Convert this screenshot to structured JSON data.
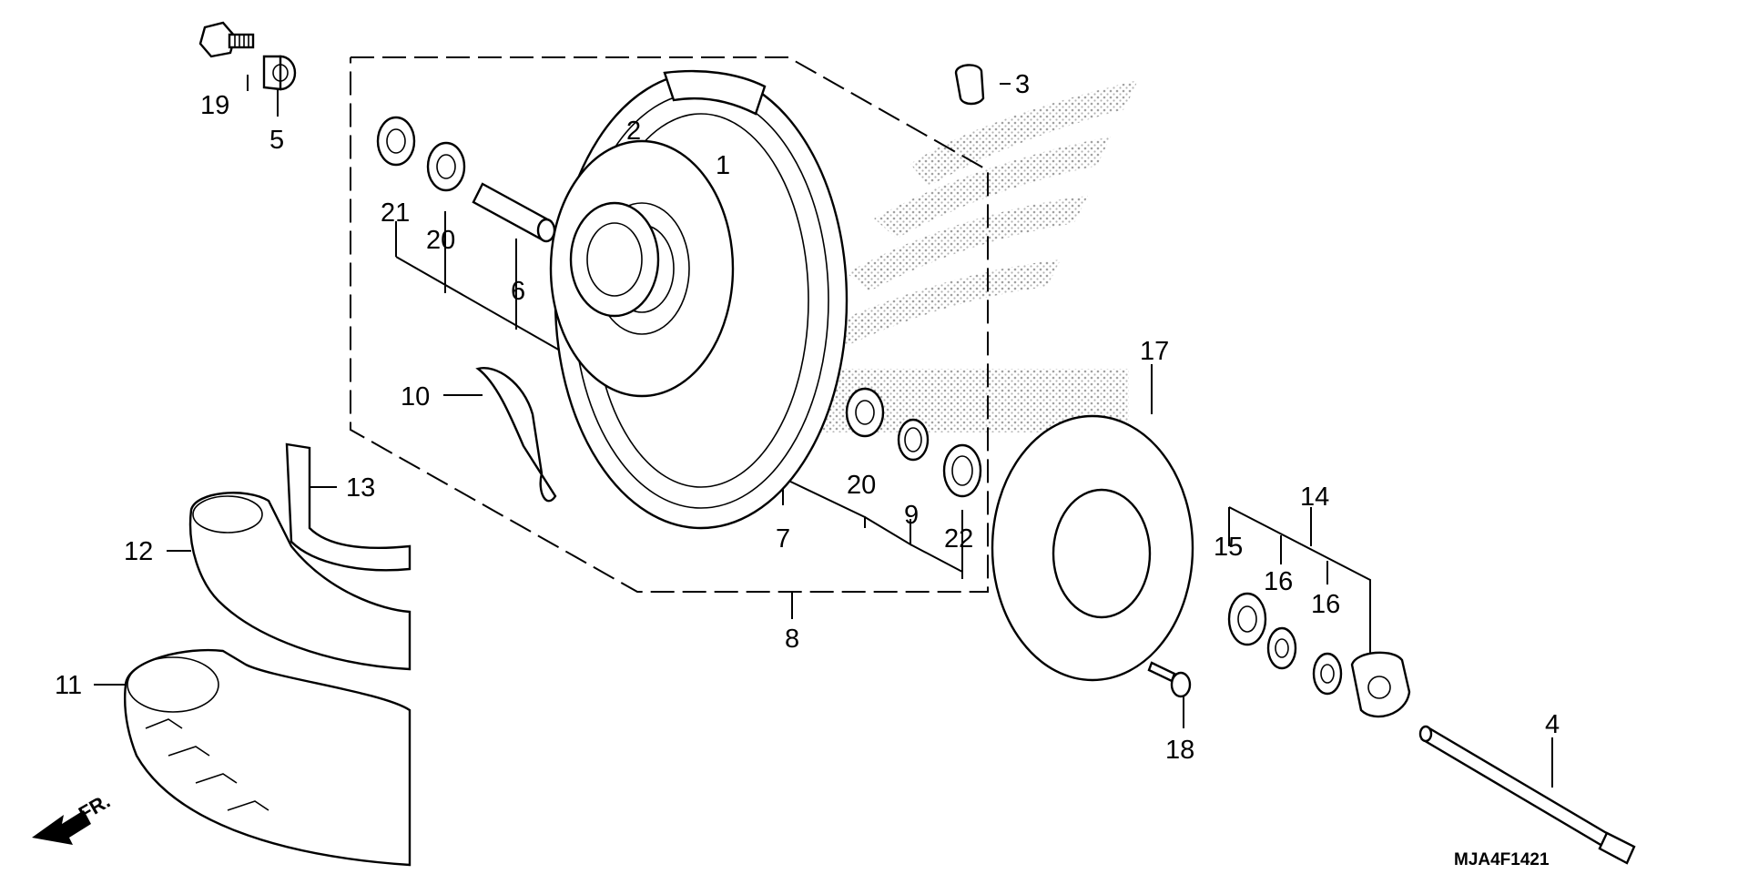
{
  "diagram": {
    "code": "MJA4F1421",
    "direction": "FR.",
    "labels": {
      "p1": "1",
      "p2": "2",
      "p3": "3",
      "p4": "4",
      "p5": "5",
      "p6": "6",
      "p7": "7",
      "p8": "8",
      "p9": "9",
      "p10": "10",
      "p11": "11",
      "p12": "12",
      "p13": "13",
      "p14": "14",
      "p15": "15",
      "p16a": "16",
      "p16b": "16",
      "p17": "17",
      "p18": "18",
      "p19": "19",
      "p20a": "20",
      "p20b": "20",
      "p21": "21",
      "p22": "22"
    }
  }
}
